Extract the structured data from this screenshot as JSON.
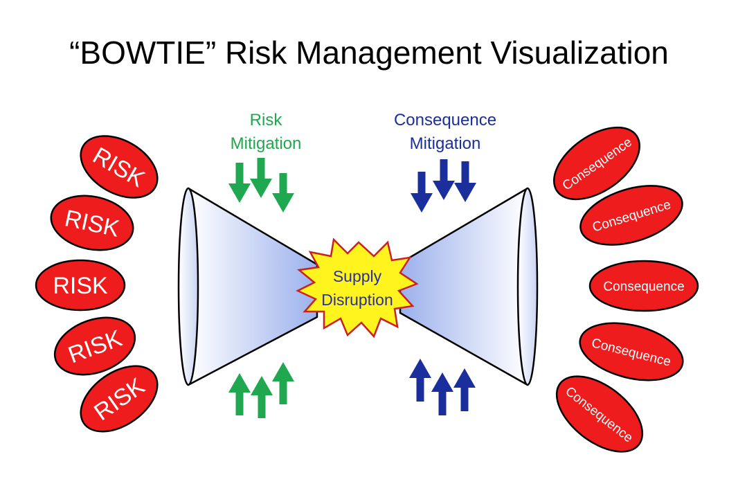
{
  "title": "“BOWTIE” Risk Management Visualization",
  "risk_mitigation": {
    "line1": "Risk",
    "line2": "Mitigation",
    "color": "#1fa84f"
  },
  "consequence_mitigation": {
    "line1": "Consequence",
    "line2": "Mitigation",
    "color": "#1a2f9c"
  },
  "central_event": {
    "line1": "Supply",
    "line2": "Disruption",
    "fill": "#fff41e",
    "text_color": "#2a2fa0"
  },
  "risks": [
    "RISK",
    "RISK",
    "RISK",
    "RISK",
    "RISK"
  ],
  "consequences": [
    "Consequence",
    "Consequence",
    "Consequence",
    "Consequence",
    "Consequence"
  ],
  "colors": {
    "oval_fill": "#ee1c1c",
    "oval_stroke": "#000000",
    "cone_light": "#ffffff",
    "cone_dark": "#9bb0ec"
  }
}
